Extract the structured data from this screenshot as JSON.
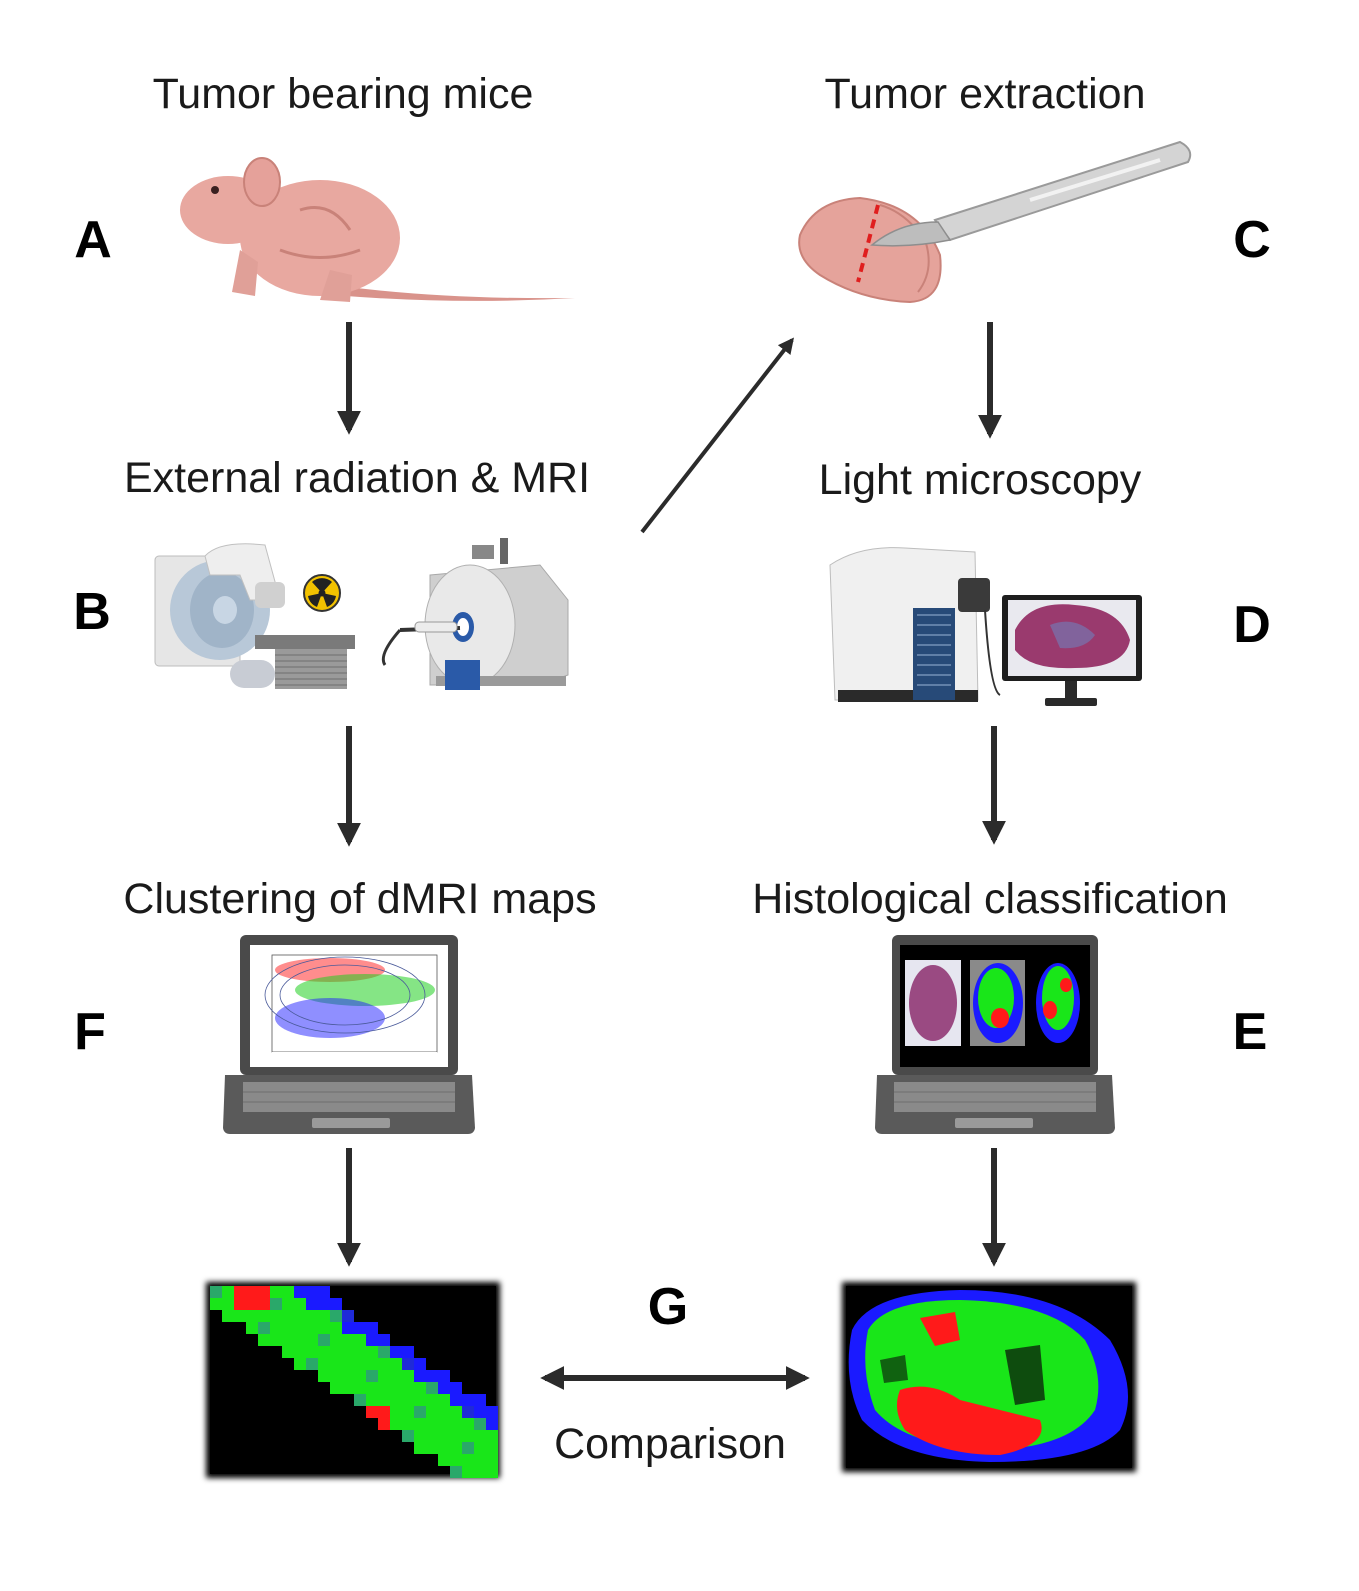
{
  "steps": {
    "A": {
      "letter": "A",
      "title": "Tumor bearing mice"
    },
    "B": {
      "letter": "B",
      "title": "External radiation & MRI"
    },
    "C": {
      "letter": "C",
      "title": "Tumor extraction"
    },
    "D": {
      "letter": "D",
      "title": "Light microscopy"
    },
    "E": {
      "letter": "E",
      "title": "Histological classification"
    },
    "F": {
      "letter": "F",
      "title": "Clustering of dMRI maps"
    },
    "G": {
      "letter": "G",
      "title": "Comparison"
    }
  },
  "colors": {
    "arrow": "#2b2b2b",
    "cluster_green": "#19e619",
    "cluster_red": "#ff1a1a",
    "cluster_blue": "#1a1aff",
    "skin": "#e8a8a0",
    "laptop": "#4a4a4a"
  },
  "icons": [
    "mouse-icon",
    "radiotherapy-machine-icon",
    "radiation-icon",
    "mri-scanner-icon",
    "tumor-icon",
    "scalpel-icon",
    "slide-scanner-icon",
    "monitor-icon",
    "laptop-icon"
  ]
}
